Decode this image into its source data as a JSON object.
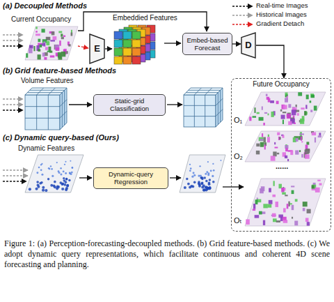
{
  "diagram": {
    "caption": "Figure 1: (a) Perception-forecasting-decoupled methods. (b) Grid feature-based methods. (c) We adopt dynamic query representations, which facilitate continuous and coherent 4D scene forecasting and planning.",
    "nodes": [
      {
        "text": [
          "E"
        ]
      },
      {
        "text": [
          "Embed-based Forecast"
        ]
      },
      {
        "text": [
          "D"
        ]
      },
      {
        "text": [
          "Future Occupancy"
        ]
      },
      {
        "text": [
          "Static-grid Classification"
        ]
      },
      {
        "text": [
          "Dynamic-query Regression"
        ]
      }
    ],
    "edges": [
      {
        "from": 1,
        "to": 2,
        "arrow": "to"
      },
      {
        "from": 2,
        "to": 3,
        "arrow": "to"
      }
    ],
    "labels": [
      "(a) Decoupled Methods",
      "Current Occupancy",
      "Embeddied Features",
      "(b) Grid feature-based Methods",
      "Volume Features",
      "O₁",
      "O₂",
      "......",
      "(c) Dynamic query-based (Ours)",
      "Dynamic Features",
      "Oₜ"
    ],
    "legend": [
      {
        "text": "Real-time Images"
      },
      {
        "text": "Historical Images"
      },
      {
        "text": "Gradient Detach"
      }
    ]
  }
}
